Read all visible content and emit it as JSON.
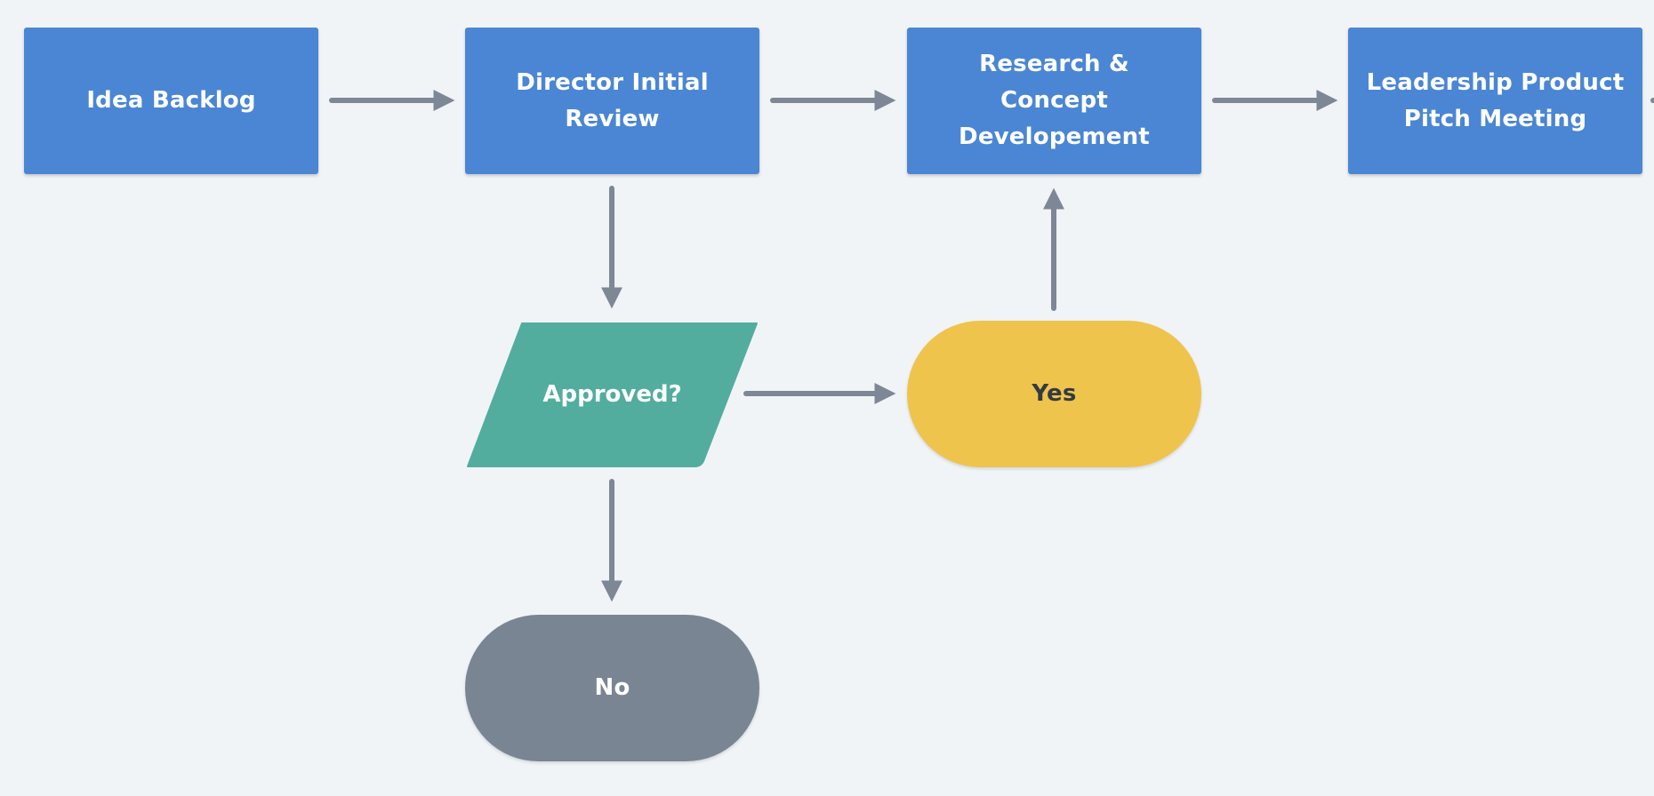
{
  "colors": {
    "background": "#f0f4f7",
    "process": "#4a86d4",
    "decision": "#52ad9f",
    "terminal_yes": "#efc44c",
    "terminal_no": "#7a8593",
    "connector": "#7d8796"
  },
  "nodes": {
    "idea_backlog": "Idea Backlog",
    "director_review": {
      "line1": "Director Initial",
      "line2": "Review"
    },
    "research": {
      "line1": "Research & Concept",
      "line2": "Developement"
    },
    "leadership": {
      "line1": "Leadership Product",
      "line2": "Pitch Meeting"
    },
    "approved": "Approved?",
    "yes": "Yes",
    "no": "No"
  }
}
